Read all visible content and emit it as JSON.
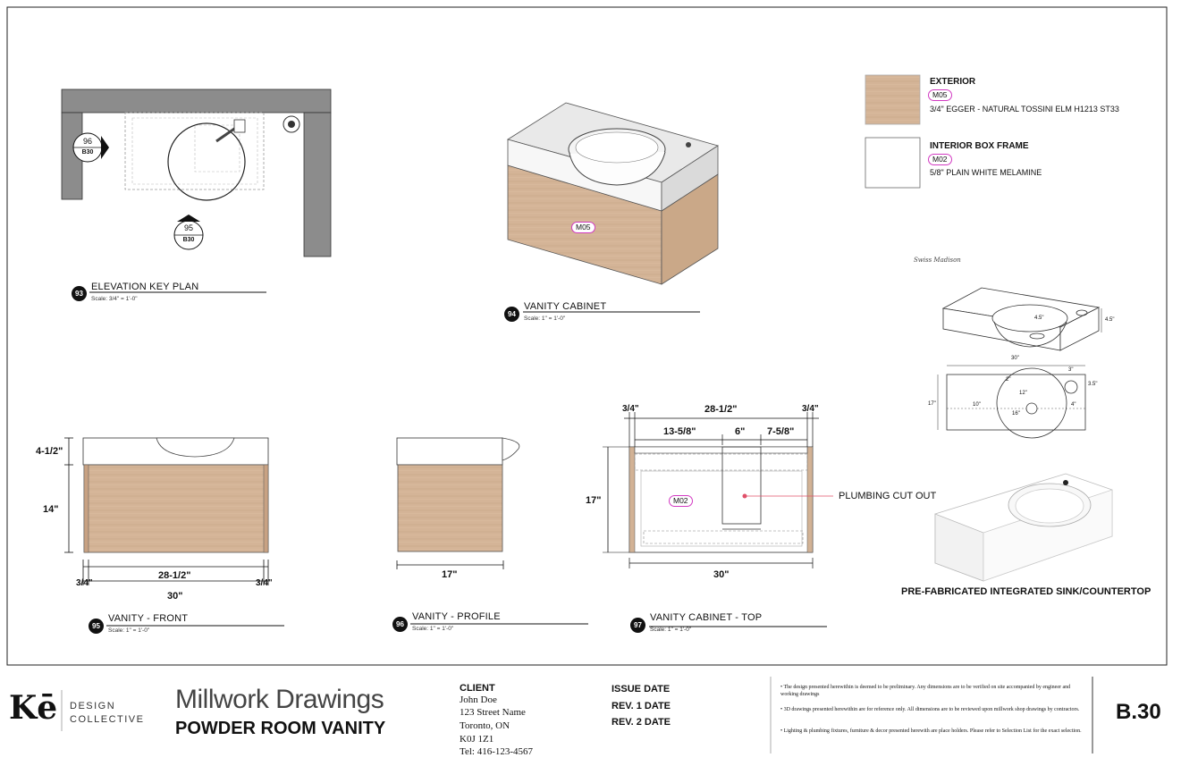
{
  "colors": {
    "wood": "#d2b295",
    "wood_dark": "#c09c7c",
    "wall": "#8c8c8c",
    "tag": "#d23ac2",
    "red": "#e0506a"
  },
  "views": {
    "v93": {
      "num": "93",
      "title": "ELEVATION KEY PLAN",
      "scale": "Scale: 3/4\" = 1'-0\""
    },
    "v94": {
      "num": "94",
      "title": "VANITY CABINET",
      "scale": "Scale: 1\" = 1'-0\""
    },
    "v95": {
      "num": "95",
      "title": "VANITY - FRONT",
      "scale": "Scale: 1\" = 1'-0\""
    },
    "v96": {
      "num": "96",
      "title": "VANITY - PROFILE",
      "scale": "Scale: 1\" = 1'-0\""
    },
    "v97": {
      "num": "97",
      "title": "VANITY CABINET - TOP",
      "scale": "Scale: 1\" = 1'-0\""
    }
  },
  "markers": {
    "m96_num": "96",
    "m96_ref": "B30",
    "m95_num": "95",
    "m95_ref": "B30"
  },
  "tags": {
    "m05": "M05",
    "m02": "M02"
  },
  "materials": [
    {
      "heading": "EXTERIOR",
      "tag": "M05",
      "desc": "3/4\" EGGER  - NATURAL TOSSINI ELM H1213 ST33"
    },
    {
      "heading": "INTERIOR BOX FRAME",
      "tag": "M02",
      "desc": "5/8\" PLAIN WHITE MELAMINE"
    }
  ],
  "dims": {
    "front_top_h": "4-1/2\"",
    "front_body_h": "14\"",
    "front_inner_w": "28-1/2\"",
    "front_side_l": "3/4\"",
    "front_side_r": "3/4\"",
    "front_total_w": "30\"",
    "profile_depth": "17\"",
    "top_side_l": "3/4\"",
    "top_inner_w": "28-1/2\"",
    "top_side_r": "3/4\"",
    "top_seg1": "13-5/8\"",
    "top_seg2": "6\"",
    "top_seg3": "7-5/8\"",
    "top_depth": "17\"",
    "top_total_w": "30\""
  },
  "plumbing_label": "PLUMBING CUT OUT",
  "sink": {
    "brand": "Swiss Madison",
    "dims": {
      "bowl_depth": "4.5\"",
      "height": "4.5\"",
      "width": "30\"",
      "hole_offset": "3\"",
      "hole_dia": "3.5\"",
      "depth": "17\"",
      "d2": "2\"",
      "d12": "12\"",
      "d10": "10\"",
      "d16": "16\"",
      "d4": "4\""
    },
    "caption": "PRE-FABRICATED INTEGRATED SINK/COUNTERTOP"
  },
  "titleblock": {
    "logo_main": "Kē",
    "logo_sub1": "DESIGN",
    "logo_sub2": "COLLECTIVE",
    "title": "Millwork Drawings",
    "subtitle": "POWDER ROOM VANITY",
    "client_head": "CLIENT",
    "client_lines": [
      "John Doe",
      "123 Street Name",
      "Toronto, ON",
      "K0J 1Z1",
      "Tel: 416-123-4567"
    ],
    "issue": "ISSUE DATE",
    "rev1": "REV. 1 DATE",
    "rev2": "REV. 2 DATE",
    "notes": [
      "• The design presented herewithin is deemed to be preliminary.  Any dimensions are to be verified on site accompanied by engineer and working drawings",
      "• 3D drawings presented herewithin are for reference only.  All dimensions are to be reviewed upon millwork shop drawings by contractors.",
      "• Lighting & plumbing fixtures, furniture & decor presented herewith are place holders.  Please refer to Selection List for the exact selection."
    ],
    "sheet": "B.30"
  }
}
